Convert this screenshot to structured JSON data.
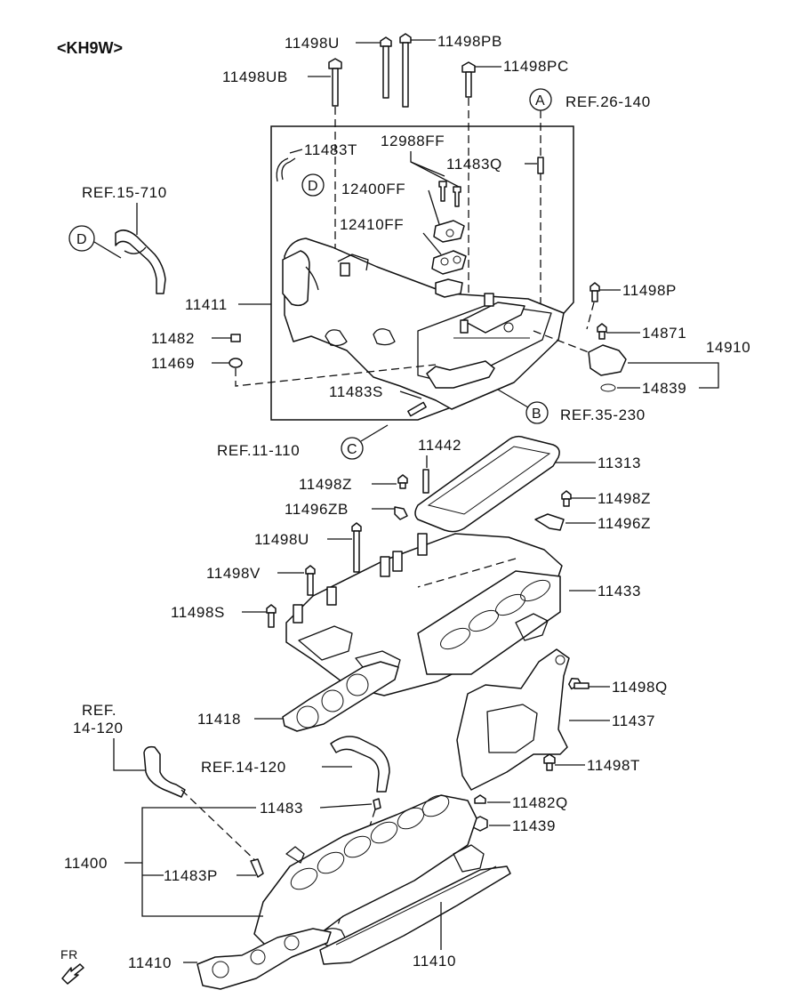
{
  "header": {
    "model_code": "<KH9W>"
  },
  "labels": {
    "p11498U_top": "11498U",
    "p11498PB": "11498PB",
    "p11498UB": "11498UB",
    "p11498PC": "11498PC",
    "refA": "REF.26-140",
    "p11483T": "11483T",
    "p12988FF": "12988FF",
    "p11483Q": "11483Q",
    "ref15": "REF.15-710",
    "p12400FF": "12400FF",
    "p12410FF": "12410FF",
    "p11411": "11411",
    "p11498P": "11498P",
    "p14871": "14871",
    "p14910": "14910",
    "p11482": "11482",
    "p11469": "11469",
    "p14839": "14839",
    "p11483S": "11483S",
    "refB": "REF.35-230",
    "refC": "REF.11-110",
    "p11442": "11442",
    "p11313": "11313",
    "p11498Z_l": "11498Z",
    "p11498Z_r": "11498Z",
    "p11496ZB": "11496ZB",
    "p11496Z": "11496Z",
    "p11498U_mid": "11498U",
    "p11498V": "11498V",
    "p11433": "11433",
    "p11498S": "11498S",
    "p11498Q": "11498Q",
    "p11418": "11418",
    "p11437": "11437",
    "ref14_a_line1": "REF.",
    "ref14_a_line2": "14-120",
    "ref14_b": "REF.14-120",
    "p11498T": "11498T",
    "p11483": "11483",
    "p11482Q": "11482Q",
    "p11439": "11439",
    "p11400": "11400",
    "p11483P": "11483P",
    "p11410_l": "11410",
    "p11410_r": "11410",
    "fr": "FR"
  },
  "callouts": {
    "A": "A",
    "B": "B",
    "C": "C",
    "D1": "D",
    "D2": "D"
  }
}
